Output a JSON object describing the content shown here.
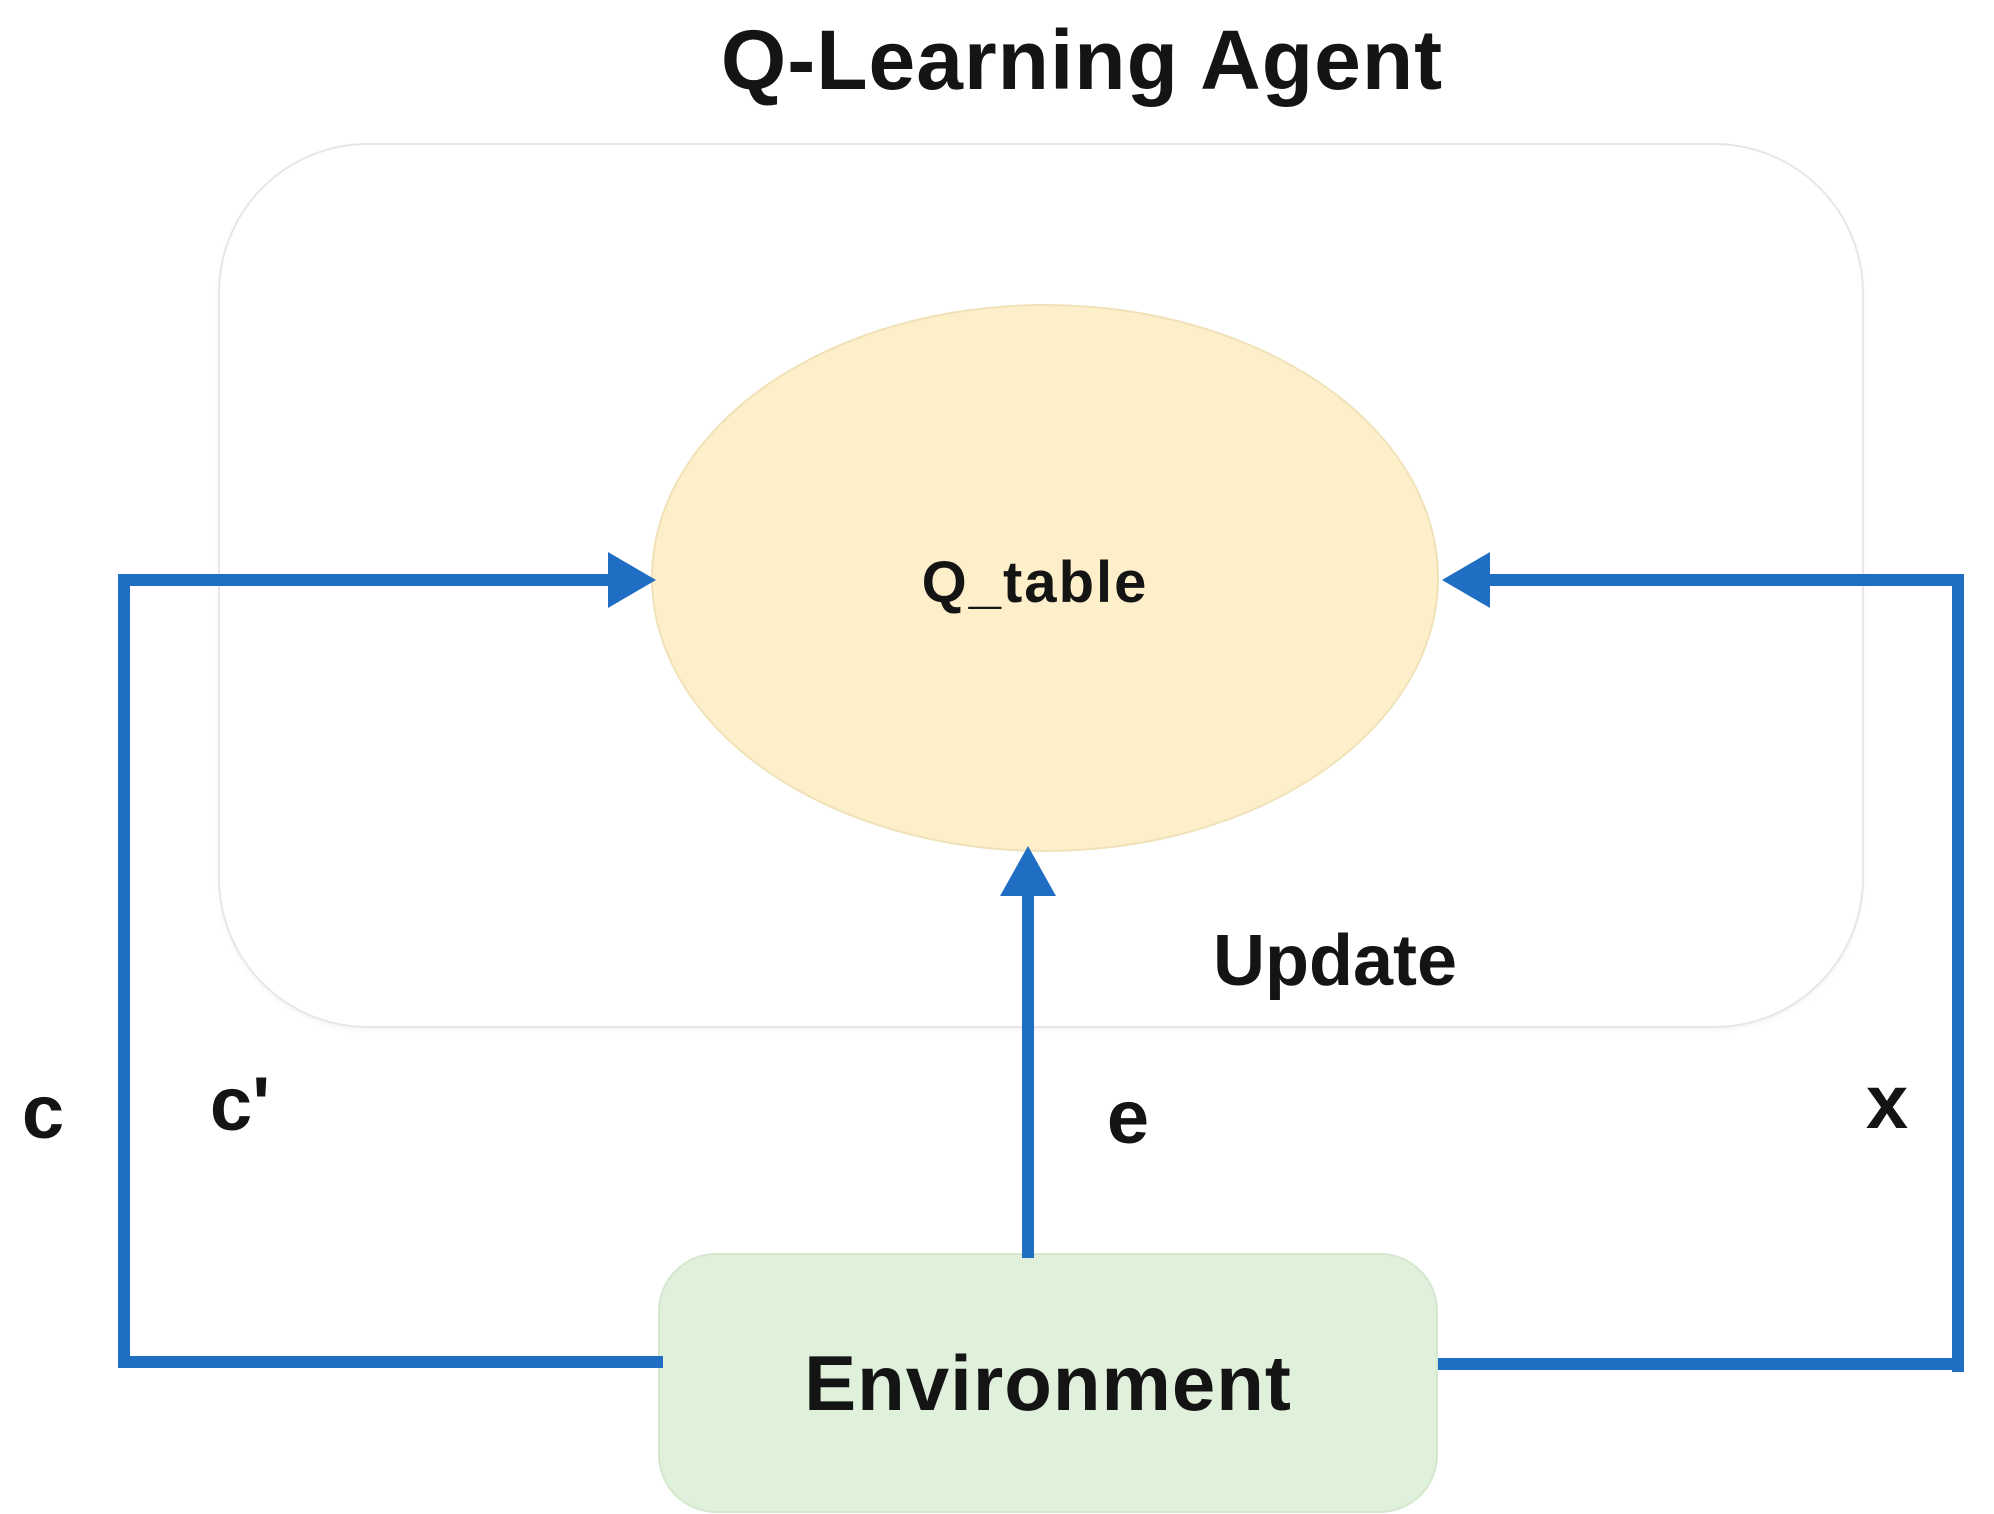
{
  "title": "Q-Learning Agent",
  "agent": {
    "q_table_label": "Q_table",
    "update_label": "Update"
  },
  "environment": {
    "label": "Environment"
  },
  "edge_labels": {
    "c": "c",
    "c_prime": "c'",
    "e": "e",
    "x": "x"
  },
  "colors": {
    "arrow_blue": "#1F6EC4",
    "qtable_fill": "#FCEFC9",
    "qtable_border": "#F0E2B8",
    "env_fill": "#DFF0DB",
    "env_border": "#D5E8CF",
    "agent_border": "#E7E7E7",
    "text": "#141414"
  }
}
